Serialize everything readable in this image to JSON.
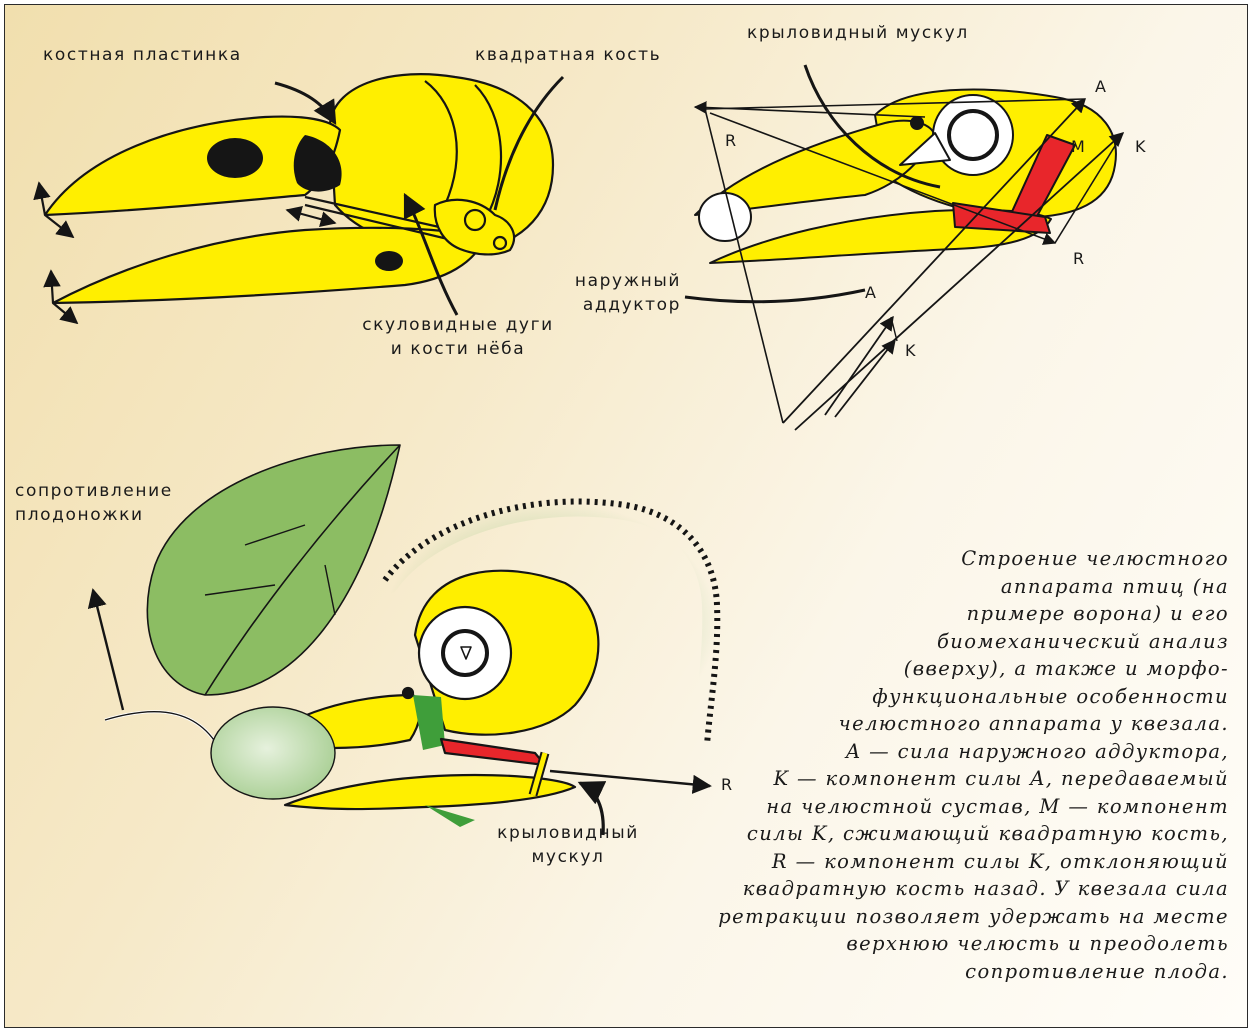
{
  "labels": {
    "bone_plate": "костная пластинка",
    "quadrate_bone": "квадратная кость",
    "zygomatic_line1": "скуловидные дуги",
    "zygomatic_line2": "и кости нёба",
    "pterygoid_top": "крыловидный мускул",
    "adductor_line1": "наружный",
    "adductor_line2": "аддуктор",
    "resistance_line1": "сопротивление",
    "resistance_line2": "плодоножки",
    "pterygoid_bottom_line1": "крыловидный",
    "pterygoid_bottom_line2": "мускул"
  },
  "force_letters": {
    "A_top": "A",
    "M": "M",
    "K_right": "K",
    "R_upper": "R",
    "R_lower": "R",
    "A_mid": "A",
    "K_low": "K",
    "R_bottom": "R"
  },
  "caption_lines": [
    "Строение челюстного",
    "аппарата птиц (на",
    "примере ворона) и его",
    "биомеханический анализ",
    "(вверху), а также и морфо-",
    "функциональные особенности",
    "челюстного аппарата у квезала.",
    "A — сила наружного аддуктора,",
    "K — компонент силы A, передаваемый",
    "на челюстной сустав, M — компонент",
    "силы K, сжимающий квадратную кость,",
    "R — компонент силы K, отклоняющий",
    "квадратную кость назад. У квезала сила",
    "ретракции позволяет удержать на месте",
    "верхнюю челюсть и преодолеть",
    "сопротивление плода."
  ],
  "colors": {
    "bone_yellow": "#ffef00",
    "muscle_red": "#e8262b",
    "feather_green": "#3f9e3a",
    "leaf_green": "#8cbd63",
    "fruit_green": "#bfdcae",
    "outline": "#151515"
  }
}
